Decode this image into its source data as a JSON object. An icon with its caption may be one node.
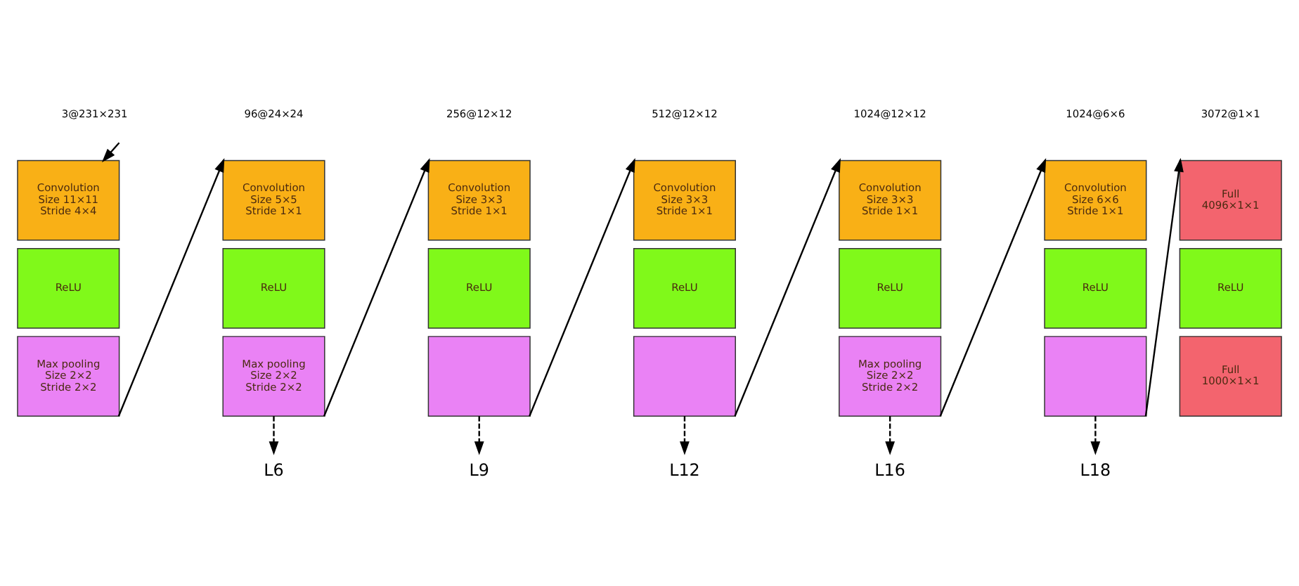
{
  "diagram": {
    "nodes": [
      {
        "text": [
          "Convolution Size 11×11 Stride 4×4"
        ]
      },
      {
        "text": [
          "ReLU"
        ]
      },
      {
        "text": [
          "Max pooling Size 2×2 Stride 2×2"
        ]
      },
      {
        "text": [
          "Convolution Size 5×5 Stride 1×1"
        ]
      },
      {
        "text": [
          "ReLU"
        ]
      },
      {
        "text": [
          "Max pooling Size 2×2 Stride 2×2"
        ]
      },
      {
        "text": [
          "Convolution Size 3×3 Stride 1×1"
        ]
      },
      {
        "text": [
          "ReLU"
        ]
      },
      {
        "text": [],
        "shape": "box"
      },
      {
        "text": [
          "Convolution Size 3×3 Stride 1×1"
        ]
      },
      {
        "text": [
          "ReLU"
        ]
      },
      {
        "text": [],
        "shape": "box"
      },
      {
        "text": [
          "Convolution Size 3×3 Stride 1×1"
        ]
      },
      {
        "text": [
          "ReLU"
        ]
      },
      {
        "text": [
          "Max pooling Size 2×2 Stride 2×2"
        ]
      },
      {
        "text": [
          "Convolution Size 6×6 Stride 1×1"
        ]
      },
      {
        "text": [
          "ReLU"
        ]
      },
      {
        "text": [],
        "shape": "box"
      },
      {
        "text": [
          "Full 4096×1×1"
        ]
      },
      {
        "text": [
          "ReLU"
        ]
      },
      {
        "text": [
          "Full 1000×1×1"
        ]
      },
      {
        "text": [
          "L6"
        ]
      },
      {
        "text": [
          "L9"
        ]
      },
      {
        "text": [
          "L12"
        ]
      },
      {
        "text": [
          "L16"
        ]
      },
      {
        "text": [
          "L18"
        ]
      }
    ],
    "edges": [
      {
        "from": null,
        "to": 0,
        "arrow": "to"
      },
      {
        "from": 2,
        "to": 3,
        "arrow": "to"
      },
      {
        "from": 5,
        "to": 6,
        "arrow": "to"
      },
      {
        "from": 8,
        "to": 9,
        "arrow": "to"
      },
      {
        "from": 11,
        "to": 12,
        "arrow": "to"
      },
      {
        "from": 14,
        "to": 15,
        "arrow": "to"
      },
      {
        "from": 17,
        "to": 18,
        "arrow": "to"
      },
      {
        "from": 5,
        "to": 21,
        "arrow": "to",
        "style": "dashed"
      },
      {
        "from": 8,
        "to": 22,
        "arrow": "to",
        "style": "dashed"
      },
      {
        "from": 11,
        "to": 23,
        "arrow": "to",
        "style": "dashed"
      },
      {
        "from": 14,
        "to": 24,
        "arrow": "to",
        "style": "dashed"
      },
      {
        "from": 17,
        "to": 25,
        "arrow": "to",
        "style": "dashed"
      }
    ],
    "labels": [
      "3@231×231",
      "96@24×24",
      "256@12×12",
      "512@12×12",
      "1024@12×12",
      "1024@6×6",
      "3072@1×1"
    ]
  }
}
